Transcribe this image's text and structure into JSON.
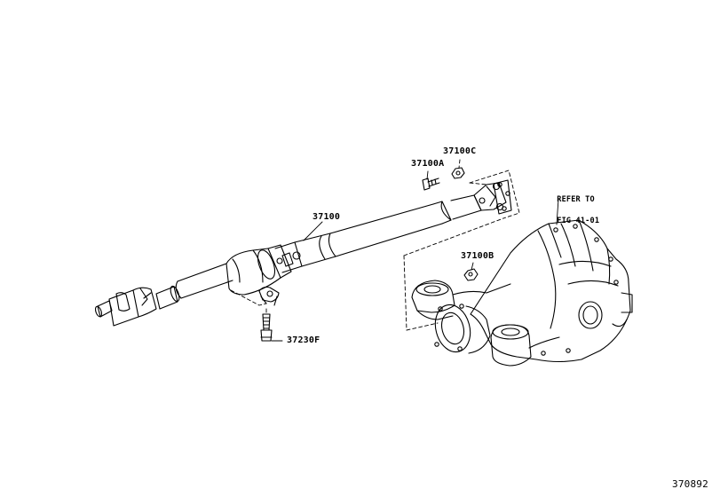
{
  "labels": {
    "p37100C": "37100C",
    "p37100A": "37100A",
    "p37100": "37100",
    "p37100B": "37100B",
    "p37230F": "37230F",
    "refer_line1": "REFER TO",
    "refer_line2": "FIG 41-01",
    "figure_id": "370892"
  },
  "colors": {
    "line": "#000000",
    "background": "#ffffff"
  }
}
